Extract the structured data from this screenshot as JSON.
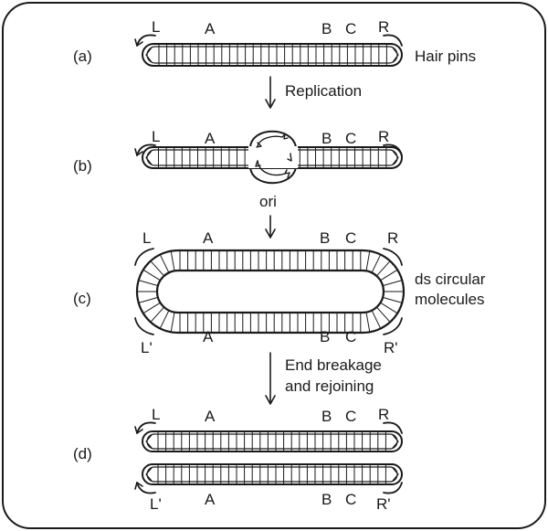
{
  "panels": [
    {
      "id": "a",
      "label": "(a)",
      "marks": {
        "L": "L",
        "A": "A",
        "B": "B",
        "C": "C",
        "R": "R"
      },
      "note": "Hair pins"
    },
    {
      "id": "b",
      "label": "(b)",
      "marks": {
        "L": "L",
        "A": "A",
        "B": "B",
        "C": "C",
        "R": "R"
      },
      "note": "ori"
    },
    {
      "id": "c",
      "label": "(c)",
      "marks_top": {
        "L": "L",
        "A": "A",
        "B": "B",
        "C": "C",
        "R": "R"
      },
      "marks_bottom": {
        "L": "L'",
        "A": "A",
        "B": "B",
        "C": "C",
        "R": "R'"
      },
      "note": [
        "ds circular",
        "molecules"
      ]
    },
    {
      "id": "d",
      "label": "(d)",
      "marks_top": {
        "L": "L",
        "A": "A",
        "B": "B",
        "C": "C",
        "R": "R"
      },
      "marks_bottom": {
        "L": "L'",
        "A": "A",
        "B": "B",
        "C": "C",
        "R": "R'"
      }
    }
  ],
  "steps": {
    "replication": "Replication",
    "end_breakage": [
      "End breakage",
      "and rejoining"
    ]
  }
}
